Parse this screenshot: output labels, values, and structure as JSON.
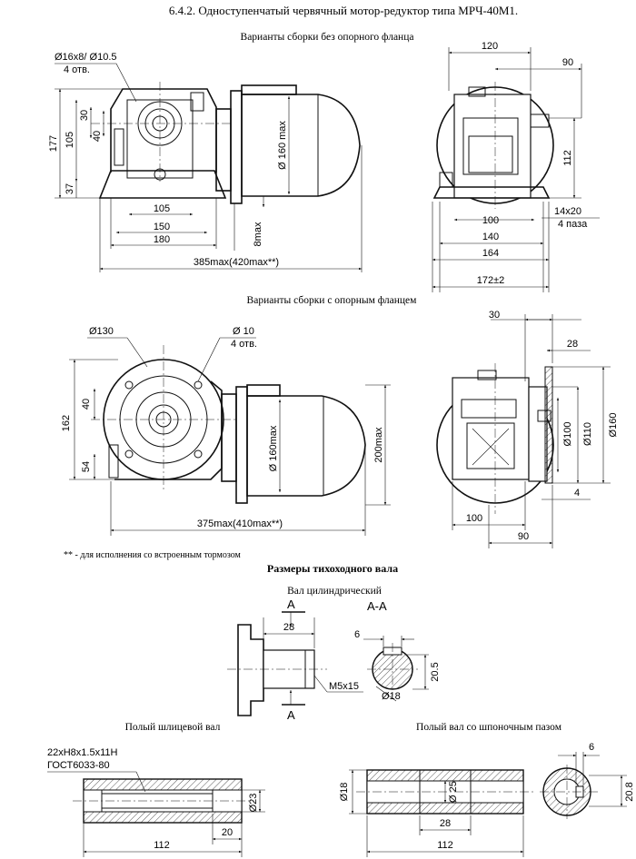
{
  "title": "6.4.2. Одноступенчатый червячный мотор-редуктор типа МРЧ-40М1.",
  "section1": {
    "caption": "Варианты сборки без опорного фланца",
    "front": {
      "holes": "Ø16x8/ Ø10.5",
      "holes_count": "4 отв.",
      "h177": "177",
      "h105": "105",
      "h30": "30",
      "h40": "40",
      "h37": "37",
      "w105": "105",
      "w150": "150",
      "w180": "180",
      "d160": "Ø 160 max",
      "h8": "8max",
      "len": "385max(420max**)"
    },
    "side": {
      "w120": "120",
      "w90": "90",
      "h112": "112",
      "slot": "14x20",
      "slot_count": "4 паза",
      "w100": "100",
      "w140": "140",
      "w164": "164",
      "w172": "172±2"
    }
  },
  "section2": {
    "caption": "Варианты сборки с опорным фланцем",
    "front": {
      "d130": "Ø130",
      "d10": "Ø 10",
      "holes_count": "4 отв.",
      "h162": "162",
      "h40": "40",
      "h54": "54",
      "d160": "Ø 160max",
      "h200": "200max",
      "len": "375max(410max**)"
    },
    "side": {
      "w30": "30",
      "w28": "28",
      "d100": "Ø100",
      "d110": "Ø110",
      "d160": "Ø160",
      "w4": "4",
      "w100": "100",
      "w90": "90"
    }
  },
  "footnote": "** - для исполнения со встроенным тормозом",
  "shafts_title": "Размеры тихоходного вала",
  "shaft_cyl": {
    "caption": "Вал цилиндрический",
    "sectA1": "А",
    "sectA2": "А",
    "sect_title": "А-А",
    "len28": "28",
    "thread": "M5x15",
    "key6": "6",
    "h205": "20.5",
    "d18": "Ø18"
  },
  "shaft_spline": {
    "caption": "Полый шлицевой вал",
    "spec": "22xH8x1.5x11H",
    "std": "ГОСТ6033-80",
    "d23": "Ø23",
    "len112": "112",
    "len20": "20"
  },
  "shaft_key": {
    "caption": "Полый вал со шпоночным пазом",
    "d18": "Ø18",
    "d25": "Ø 25",
    "len28": "28",
    "len112": "112",
    "key6": "6",
    "h208": "20.8"
  }
}
